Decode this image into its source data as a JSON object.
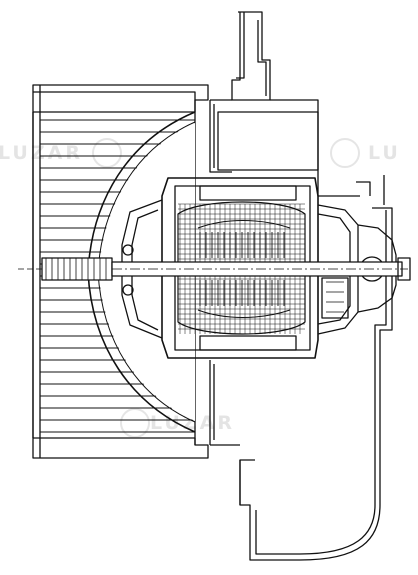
{
  "watermark": {
    "left": "LUZAR",
    "right": "LU",
    "center": "LUZAR"
  },
  "drawing": {
    "subject": "blower-motor-cross-section",
    "line_color": "#111111",
    "background": "#ffffff"
  }
}
